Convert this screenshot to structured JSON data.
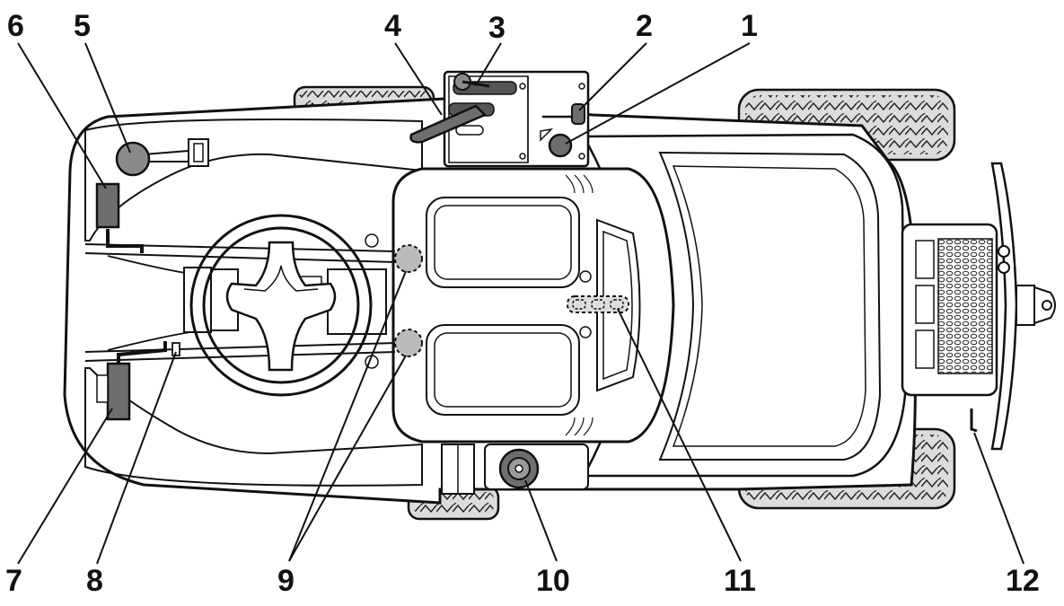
{
  "diagram": {
    "callouts": [
      {
        "id": "c1",
        "label": "1"
      },
      {
        "id": "c2",
        "label": "2"
      },
      {
        "id": "c3",
        "label": "3"
      },
      {
        "id": "c4",
        "label": "4"
      },
      {
        "id": "c5",
        "label": "5"
      },
      {
        "id": "c6",
        "label": "6"
      },
      {
        "id": "c7",
        "label": "7"
      },
      {
        "id": "c8",
        "label": "8"
      },
      {
        "id": "c9",
        "label": "9"
      },
      {
        "id": "c10",
        "label": "10"
      },
      {
        "id": "c11",
        "label": "11"
      },
      {
        "id": "c12",
        "label": "12"
      }
    ],
    "colors": {
      "stroke": "#111111",
      "control_gray": "#8a8a8a",
      "dark_gray": "#555555",
      "tire_fill": "#dcdcdc",
      "background": "#ffffff"
    }
  }
}
